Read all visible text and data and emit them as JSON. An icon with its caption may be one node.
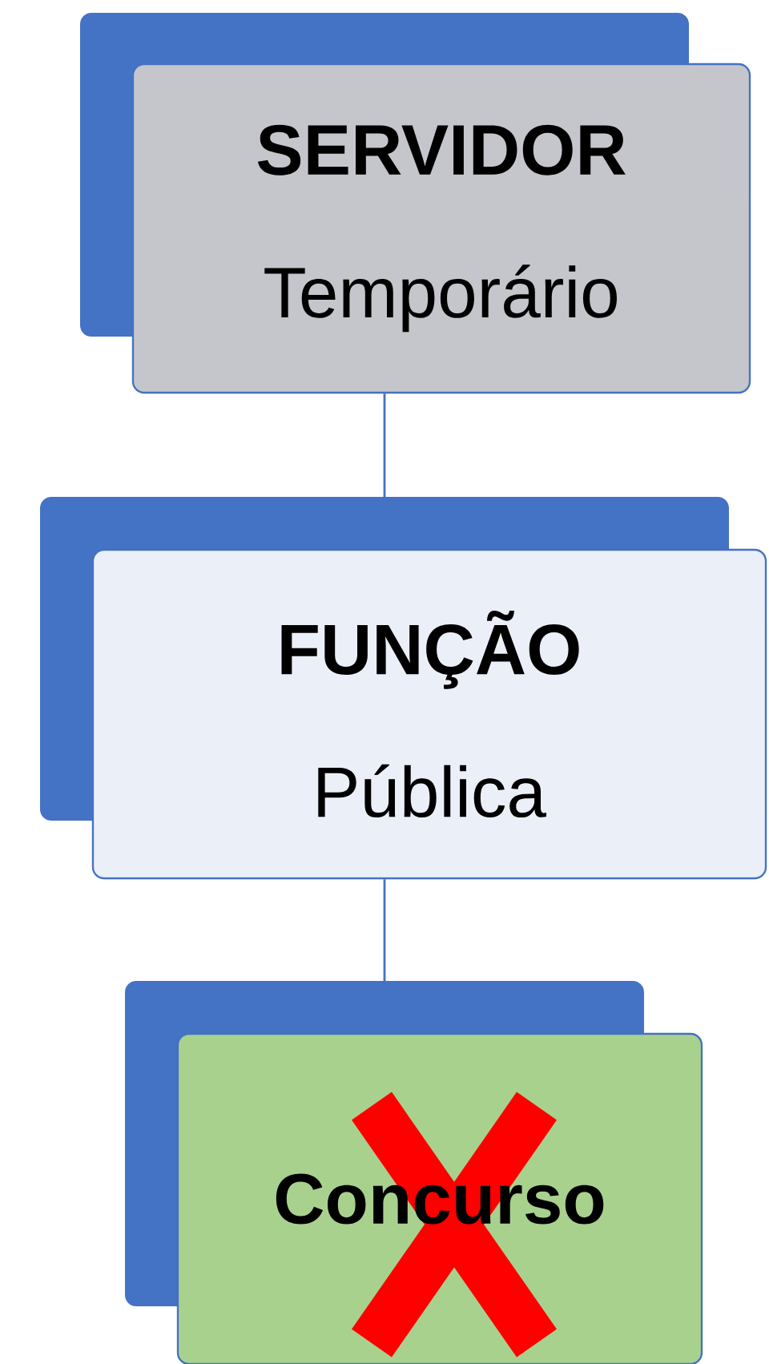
{
  "diagram": {
    "nodes": [
      {
        "text": [
          "SERVIDOR",
          "Temporário"
        ]
      },
      {
        "text": [
          "FUNÇÃO",
          "Pública"
        ]
      },
      {
        "text": [
          "Concurso"
        ]
      }
    ],
    "edges": [
      {
        "from": 0,
        "to": 1,
        "arrow": "none"
      },
      {
        "from": 1,
        "to": 2,
        "arrow": "none"
      }
    ]
  }
}
